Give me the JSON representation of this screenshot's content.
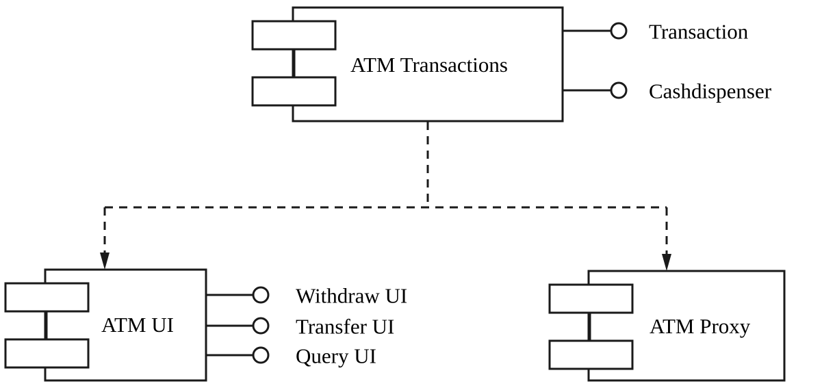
{
  "diagram": {
    "title": "ATM component diagram",
    "notation": "UML component diagram",
    "stroke_color": "#1a1a1a",
    "background_color": "#ffffff",
    "components": [
      {
        "id": "atm-transactions",
        "label": "ATM Transactions",
        "provided_interfaces": [
          {
            "id": "transaction",
            "label": "Transaction"
          },
          {
            "id": "cashdispenser",
            "label": "Cashdispenser"
          }
        ]
      },
      {
        "id": "atm-ui",
        "label": "ATM UI",
        "provided_interfaces": [
          {
            "id": "withdraw-ui",
            "label": "Withdraw UI"
          },
          {
            "id": "transfer-ui",
            "label": "Transfer UI"
          },
          {
            "id": "query-ui",
            "label": "Query UI"
          }
        ]
      },
      {
        "id": "atm-proxy",
        "label": "ATM Proxy",
        "provided_interfaces": []
      }
    ],
    "dependencies": [
      {
        "from": "atm-transactions",
        "to": "atm-ui",
        "style": "dashed",
        "arrow": "open-filled"
      },
      {
        "from": "atm-transactions",
        "to": "atm-proxy",
        "style": "dashed",
        "arrow": "open-filled"
      }
    ]
  }
}
